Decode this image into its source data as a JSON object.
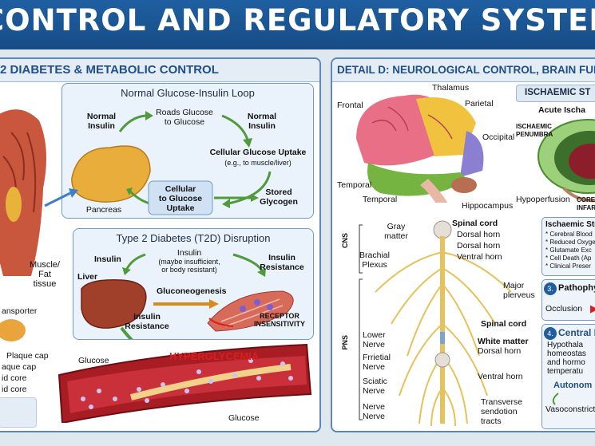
{
  "banner": {
    "title": "CONTROL AND REGULATORY SYSTEM"
  },
  "left_panel": {
    "title": "2 DIABETES & METABOLIC CONTROL",
    "labels": {
      "muscle": "Muscle/\nFat\ntissue",
      "transporter": "ansporter",
      "plaque1": "Plaque cap",
      "plaque2": "aque cap",
      "core1": "id core",
      "core2": "id core"
    },
    "normal_loop": {
      "title": "Normal Glucose-Insulin Loop",
      "insulin_left": "Normal\nInsulin",
      "roads": "Roads Glucose\nto Glucose",
      "insulin_right": "Normal\nInsulin",
      "uptake_title": "Cellular Glucose Uptake",
      "uptake_sub": "(e.g., to muscle/liver)",
      "pancreas": "Pancreas",
      "cellular": "Cellular\nto Glucose\nUptake",
      "stored": "Stored\nGlycogen"
    },
    "t2d": {
      "title": "Type 2 Diabetes (T2D) Disruption",
      "insulin": "Insulin",
      "insulin_mid": "Insulin",
      "insulin_mid_sub": "(maybe insufficient,\nor body resistant)",
      "insulin_res_right": "Insulin\nResistance",
      "liver": "Liver",
      "gluconeo": "Gluconeogenesis",
      "insulin_res_left": "Insulin\nResistance",
      "receptor": "RECEPTOR\nINSENSITIVITY"
    },
    "vessel": {
      "glucose_top": "Glucose",
      "hyper": "HYPERGLYCEMIA",
      "glucose_bottom": "Glucose"
    }
  },
  "right_panel": {
    "title": "DETAIL D: NEUROLOGICAL CONTROL, BRAIN FUNCTION & A",
    "brain": {
      "thalamus": "Thalamus",
      "frontal": "Frontal",
      "parietal": "Parietal",
      "occipital": "Occipital",
      "temporal1": "Temporal",
      "temporal2": "Temporal",
      "hippocampus": "Hippocampus"
    },
    "spine": {
      "cns": "CNS",
      "pns": "PNS",
      "gray": "Gray\nmatter",
      "spinal_cord_top": "Spinal cord",
      "dorsal1": "Dorsal horn",
      "dorsal2": "Dorsal horn",
      "ventral1": "Ventral horn",
      "brachial": "Brachial\nPlexus",
      "major": "Major\nplerveus",
      "spinal_cord_mid": "Spinal cord",
      "lower": "Lower\nNerve",
      "white": "White matter",
      "dorsal3": "Dorsal horn",
      "frietial": "Frrietial\nNerve",
      "ventral2": "Ventral horn",
      "sciatic": "Sciatic\nNerve",
      "nerve": "Nerve\nNerve",
      "transverse": "Transverse\nsendotion\ntracts"
    },
    "ischaemic": {
      "tab": "ISCHAEMIC ST",
      "acute": "Acute Ischa",
      "penumbra": "ISCHAEMIC\nPENUMBRA",
      "hypo": "Hypoperfusion",
      "core": "CORE\nINFARCT",
      "box_title": "Ischaemic Str",
      "bullets": [
        "* Cerebral Blood",
        "* Reduced Oxyge",
        "* Glutamate Exc",
        "* Cell Death (Ap",
        "* Clinical Preser"
      ],
      "patho_num": "3.",
      "patho": "Pathophy",
      "occlusion": "Occlusion",
      "central_num": "4.",
      "central": "Central F",
      "hypo_text": "Hypothala\nhomeostas\nand hormo\ntemperatu",
      "autonom": "Autonom",
      "vaso": "Vasoconstrict"
    }
  },
  "colors": {
    "banner": "#1b558f",
    "panel_border": "#5d87b6",
    "accent_red": "#d81f1f"
  }
}
